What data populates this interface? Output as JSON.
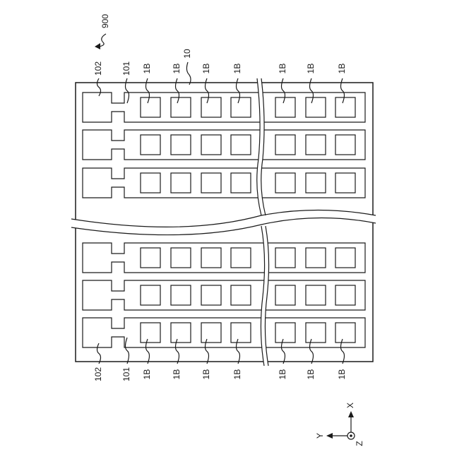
{
  "figure": {
    "device_label": "900",
    "substrate_label": "10",
    "top_labels": {
      "terminal": "102",
      "wiring": "101",
      "elements": [
        "1B",
        "1B",
        "1B",
        "1B",
        "1B",
        "1B",
        "1B"
      ]
    },
    "bottom_labels": {
      "terminal": "102",
      "wiring": "101",
      "elements": [
        "1B",
        "1B",
        "1B",
        "1B",
        "1B",
        "1B",
        "1B"
      ]
    },
    "axes": {
      "x": "X",
      "y": "Y",
      "z": "Z"
    }
  }
}
